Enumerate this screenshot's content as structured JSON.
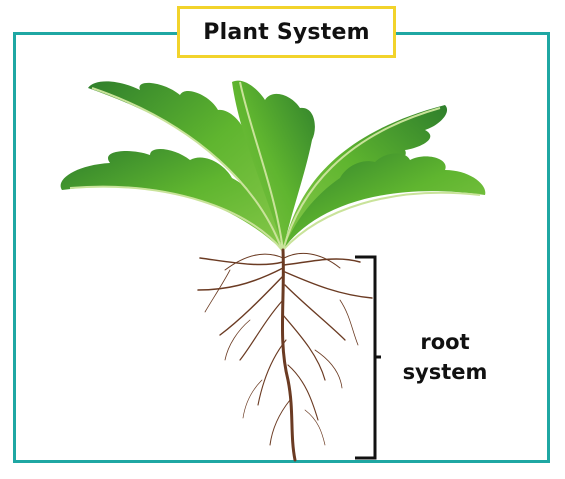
{
  "title": "Plant System",
  "root_label": {
    "line1": "root",
    "line2": "system"
  },
  "colors": {
    "frame": "#1fa7a3",
    "title_border": "#f2d32b",
    "leaf": "#5fb52f",
    "leaf_dark": "#2f7f2c",
    "root": "#6b3b23"
  }
}
